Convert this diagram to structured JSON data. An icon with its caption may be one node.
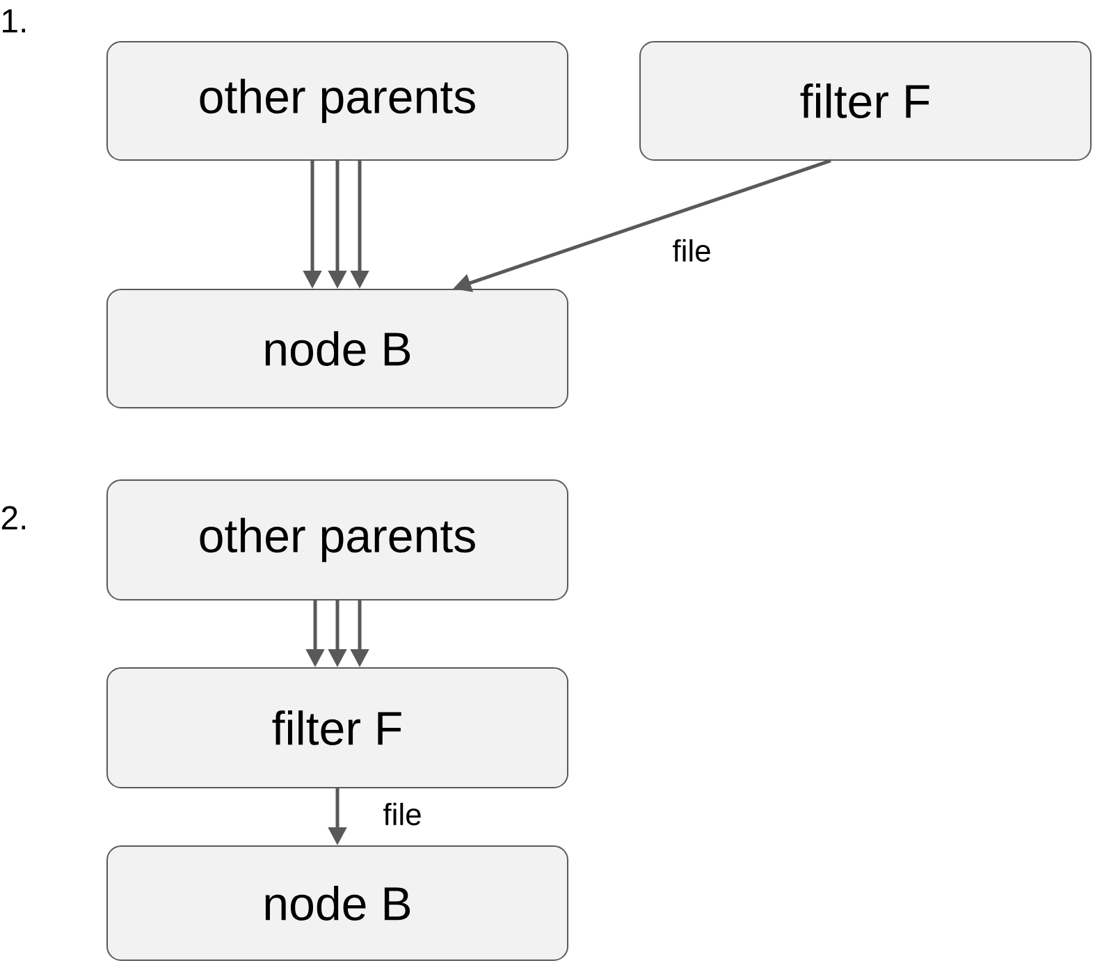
{
  "diagram": {
    "nodes": [
      {
        "text": [
          "other parents"
        ]
      },
      {
        "text": [
          "filter F"
        ]
      },
      {
        "text": [
          "node B"
        ]
      },
      {
        "text": [
          "other parents"
        ]
      },
      {
        "text": [
          "filter F"
        ]
      },
      {
        "text": [
          "node B"
        ]
      }
    ],
    "edges": [
      {
        "from": 0,
        "to": 2,
        "arrow": "to"
      },
      {
        "from": 0,
        "to": 2,
        "arrow": "to"
      },
      {
        "from": 0,
        "to": 2,
        "arrow": "to"
      },
      {
        "from": 1,
        "to": 2,
        "arrow": "to",
        "label": "file"
      },
      {
        "from": 3,
        "to": 4,
        "arrow": "to"
      },
      {
        "from": 3,
        "to": 4,
        "arrow": "to"
      },
      {
        "from": 3,
        "to": 4,
        "arrow": "to"
      },
      {
        "from": 4,
        "to": 5,
        "arrow": "to",
        "label": "file"
      }
    ],
    "labels": [
      "1.",
      "2."
    ]
  }
}
